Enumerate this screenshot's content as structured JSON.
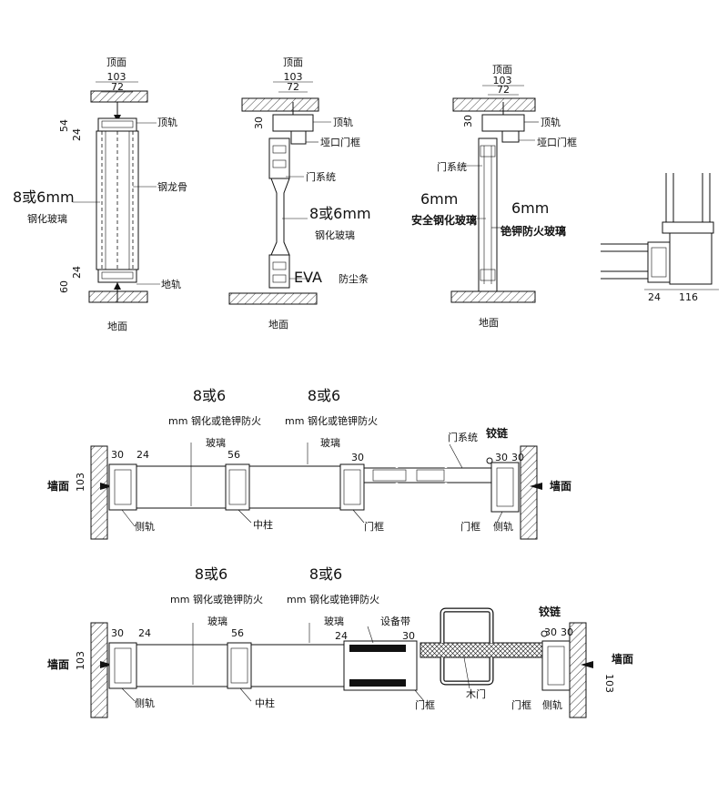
{
  "labels": {
    "top_face": "顶面",
    "ground": "地面",
    "wall_face": "墙面",
    "top_rail": "顶轨",
    "keel": "钢龙骨",
    "floor_rail": "地轨",
    "glass_8or6mm": "8或6mm",
    "tempered_glass": "钢化玻璃",
    "recess_frame": "垭口门框",
    "door_system": "门系统",
    "eva_strip": "EVA",
    "dust_strip": "防尘条",
    "six_mm": "6mm",
    "safe_tempered": "安全钢化玻璃",
    "fire_glass": "铯钾防火玻璃",
    "glass": "玻璃",
    "hinge": "铰链",
    "side_rail": "侧轨",
    "mid_post": "中柱",
    "door_frame": "门框",
    "equip_belt": "设备带",
    "wood_door": "木门",
    "eight_or6": "8或6",
    "mm_glass": "mm 钢化或铯钾防火"
  },
  "dims": {
    "d103": "103",
    "d72": "72",
    "d54": "54",
    "d24": "24",
    "d60": "60",
    "d30": "30",
    "d56": "56",
    "d116": "116"
  }
}
